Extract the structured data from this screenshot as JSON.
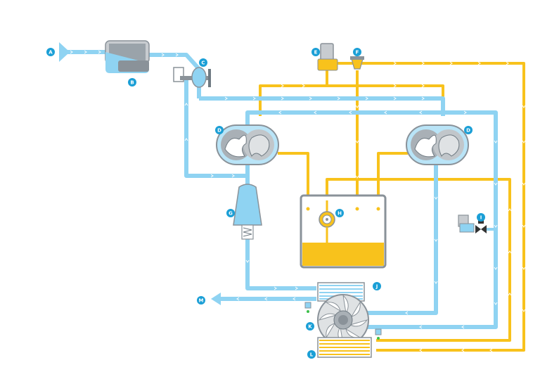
{
  "colors": {
    "air_pipe": "#8fd3f2",
    "air_pipe_light": "#b9e4f7",
    "oil_pipe": "#f8c21c",
    "label_circle": "#1b9fd6",
    "steel": "#8a9299",
    "steel_light": "#c8ccd0",
    "outline": "#6f7a82"
  },
  "labels": {
    "A": "A",
    "B": "B",
    "C": "C",
    "D1": "D",
    "D2": "D",
    "E": "E",
    "F": "F",
    "G": "G",
    "H": "H",
    "I": "I",
    "J": "J",
    "K": "K",
    "L": "L",
    "M": "M"
  }
}
